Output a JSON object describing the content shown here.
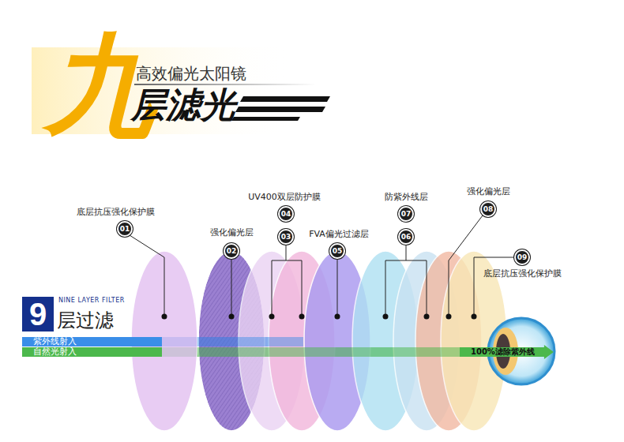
{
  "diagram": {
    "nodes": [
      {
        "text": [
          "01"
        ]
      },
      {
        "text": [
          "02"
        ]
      },
      {
        "text": [
          "03"
        ]
      },
      {
        "text": [
          "04"
        ]
      },
      {
        "text": [
          "05"
        ]
      },
      {
        "text": [
          "06"
        ]
      },
      {
        "text": [
          "07"
        ]
      },
      {
        "text": [
          "08"
        ]
      },
      {
        "text": [
          "09"
        ]
      },
      {
        "text": [
          "9"
        ]
      },
      {
        "text": [
          "紫外线射入"
        ]
      },
      {
        "text": [
          "自然光射入"
        ]
      },
      {
        "text": [
          "100%滤除紫外线"
        ]
      }
    ],
    "labels": [
      "九",
      "高效偏光太阳镜",
      "层滤光",
      "底层抗压强化保护膜",
      "强化偏光层",
      "UV400双层防护膜",
      "FVA偏光过滤层",
      "防紫外线层",
      "强化偏光层",
      "底层抗压强化保护膜",
      "NINE LAYER FILTER",
      "层过滤"
    ]
  }
}
